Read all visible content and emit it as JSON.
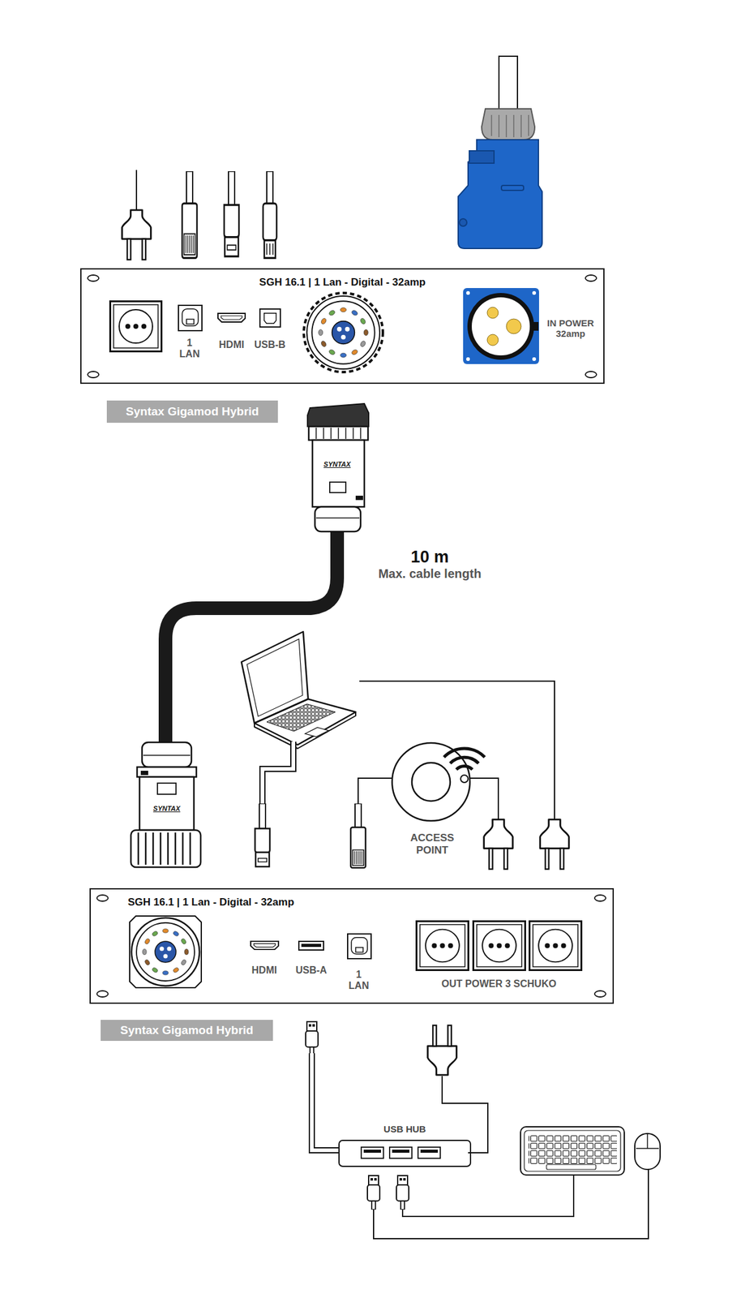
{
  "diagram": {
    "nodes": [
      {
        "text": [
          "SGH 16.1 | 1 Lan - Digital - 32amp"
        ]
      },
      {
        "text": [
          "Syntax Gigamod Hybrid"
        ]
      },
      {
        "text": [
          "ACCESS POINT"
        ]
      },
      {
        "text": [
          "SGH 16.1 | 1 Lan - Digital - 32amp"
        ]
      },
      {
        "text": [
          "Syntax Gigamod Hybrid"
        ]
      },
      {
        "text": [
          "USB HUB"
        ]
      }
    ],
    "labels": [
      "1 LAN",
      "HDMI",
      "USB-B",
      "IN POWER 32amp",
      "SYNTAX",
      "10 m",
      "Max. cable length",
      "SYNTAX",
      "HDMI",
      "USB-A",
      "1 LAN",
      "OUT POWER 3 SCHUKO"
    ]
  }
}
